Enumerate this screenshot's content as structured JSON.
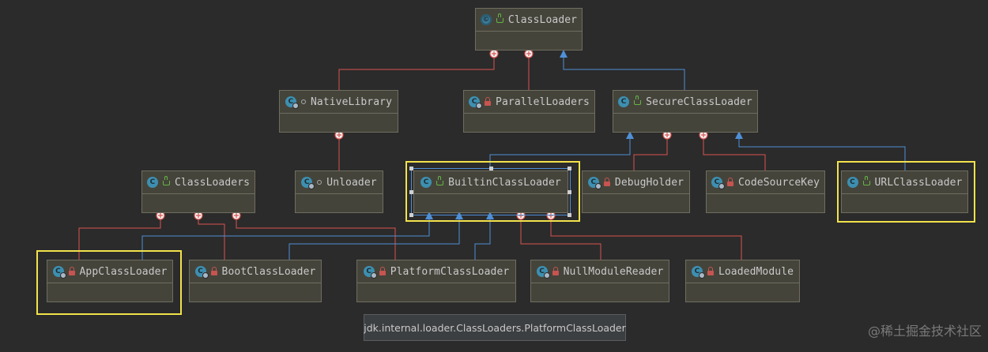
{
  "diagram": {
    "nodes": {
      "classloader": {
        "label": "ClassLoader"
      },
      "nativelibrary": {
        "label": "NativeLibrary"
      },
      "parallelloaders": {
        "label": "ParallelLoaders"
      },
      "secureclassloader": {
        "label": "SecureClassLoader"
      },
      "classloaders": {
        "label": "ClassLoaders"
      },
      "unloader": {
        "label": "Unloader"
      },
      "builtinclassloader": {
        "label": "BuiltinClassLoader"
      },
      "debugholder": {
        "label": "DebugHolder"
      },
      "codesourcekey": {
        "label": "CodeSourceKey"
      },
      "urlclassloader": {
        "label": "URLClassLoader"
      },
      "appclassloader": {
        "label": "AppClassLoader"
      },
      "bootclassloader": {
        "label": "BootClassLoader"
      },
      "platformclassloader": {
        "label": "PlatformClassLoader"
      },
      "nullmodulereader": {
        "label": "NullModuleReader"
      },
      "loadedmodule": {
        "label": "LoadedModule"
      }
    },
    "tooltip": "jdk.internal.loader.ClassLoaders.PlatformClassLoader",
    "watermark": "@稀土掘金技术社区",
    "colors": {
      "background": "#2b2b2b",
      "node_fill": "#45443b",
      "inheritance_edge": "#4f8fd6",
      "inner_class_edge": "#d9534f",
      "highlight": "#f2e24b"
    }
  }
}
